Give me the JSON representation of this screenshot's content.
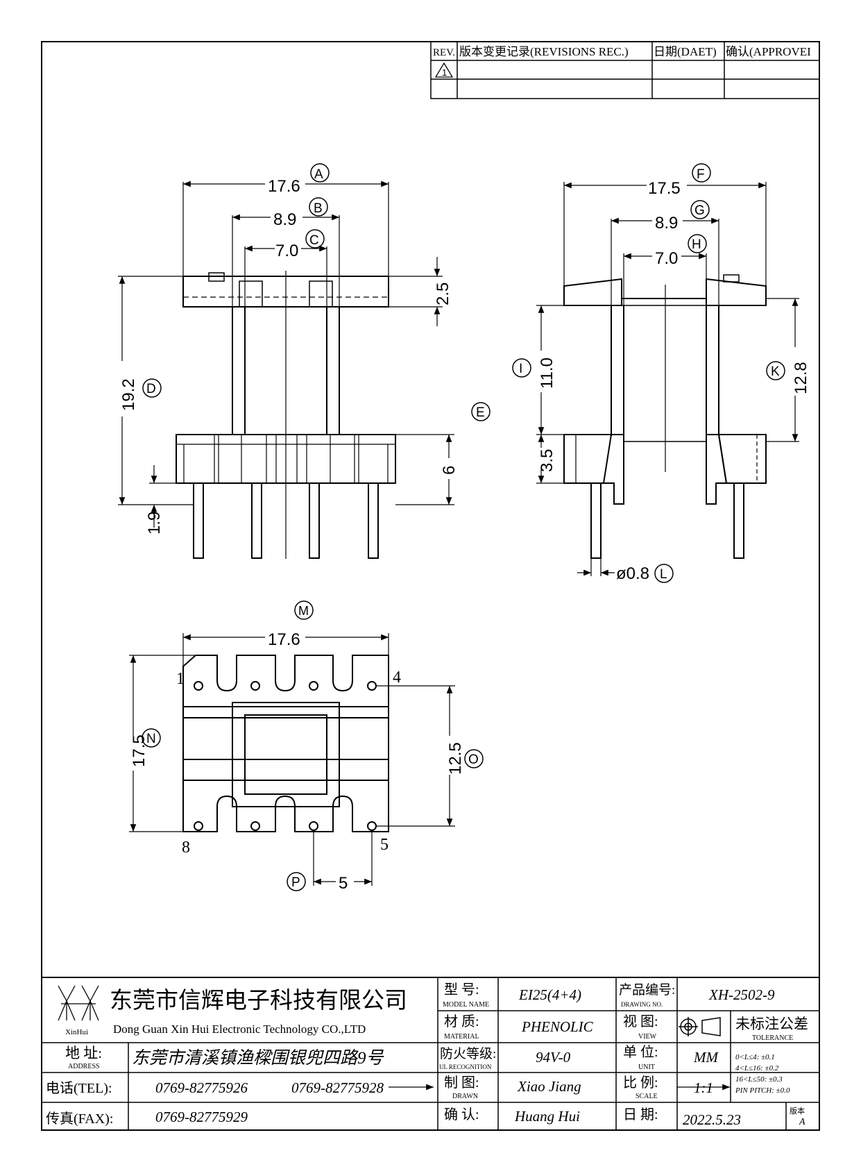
{
  "revisions": {
    "col_rev": "REV.",
    "col_record": "版本变更记录(REVISIONS REC.)",
    "col_date": "日期(DAET)",
    "col_approve": "确认(APPROVEI",
    "row1_rev": "1"
  },
  "front_view": {
    "dim_a": "17.6",
    "tag_a": "A",
    "dim_b": "8.9",
    "tag_b": "B",
    "dim_c": "7.0",
    "tag_c": "C",
    "dim_d": "19.2",
    "tag_d": "D",
    "dim_top": "2.5",
    "dim_base": "6",
    "dim_pin": "1.9",
    "tag_e": "E"
  },
  "side_view": {
    "dim_f": "17.5",
    "tag_f": "F",
    "dim_g": "8.9",
    "tag_g": "G",
    "dim_h": "7.0",
    "tag_h": "H",
    "dim_i": "11.0",
    "tag_i": "I",
    "dim_k": "12.8",
    "tag_k": "K",
    "dim_base": "3.5",
    "dim_l": "ø0.8",
    "tag_l": "L"
  },
  "bottom_view": {
    "tag_m": "M",
    "dim_width": "17.6",
    "dim_n": "17.5",
    "tag_n": "N",
    "dim_o": "12.5",
    "tag_o": "O",
    "dim_p": "5",
    "tag_p": "P",
    "pin_1": "1",
    "pin_4": "4",
    "pin_5": "5",
    "pin_8": "8"
  },
  "title_block": {
    "company_cn": "东莞市信辉电子科技有限公司",
    "company_en": "Dong Guan Xin Hui Electronic Technology CO.,LTD",
    "logo_text": "XinHui",
    "address_label": "地  址:",
    "address_label_en": "ADDRESS",
    "address": "东莞市清溪镇渔樑围银兜四路9号",
    "tel_label": "电话(TEL):",
    "tel_1": "0769-82775926",
    "tel_2": "0769-82775928",
    "fax_label": "传真(FAX):",
    "fax": "0769-82775929",
    "model_label": "型  号:",
    "model_label_en": "MODEL NAME",
    "model": "EI25(4+4)",
    "material_label": "材  质:",
    "material_label_en": "MATERIAL",
    "material": "PHENOLIC",
    "ul_label": "防火等级:",
    "ul_label_en": "UL RECOGNITION",
    "ul": "94V-0",
    "drawn_label": "制  图:",
    "drawn_label_en": "DRAWN",
    "drawn": "Xiao Jiang",
    "check_label": "确  认:",
    "check": "Huang Hui",
    "drawing_no_label": "产品编号:",
    "drawing_no_label_en": "DRAWING NO.",
    "drawing_no": "XH-2502-9",
    "view_label": "视  图:",
    "view_label_en": "VIEW",
    "unit_label": "单  位:",
    "unit_label_en": "UNIT",
    "unit": "MM",
    "scale_label": "比  例:",
    "scale_label_en": "SCALE",
    "scale": "1:1",
    "date_label": "日  期:",
    "date": "2022.5.23",
    "version_label": "版本",
    "version": "A",
    "tolerance_title": "未标注公差",
    "tolerance_title_en": "TOLERANCE",
    "tol_1": "0<L≤4:   ±0.1",
    "tol_2": "4<L≤16:  ±0.2",
    "tol_3": "16<L≤50: ±0.3",
    "tol_4": "PIN PITCH: ±0.0"
  }
}
